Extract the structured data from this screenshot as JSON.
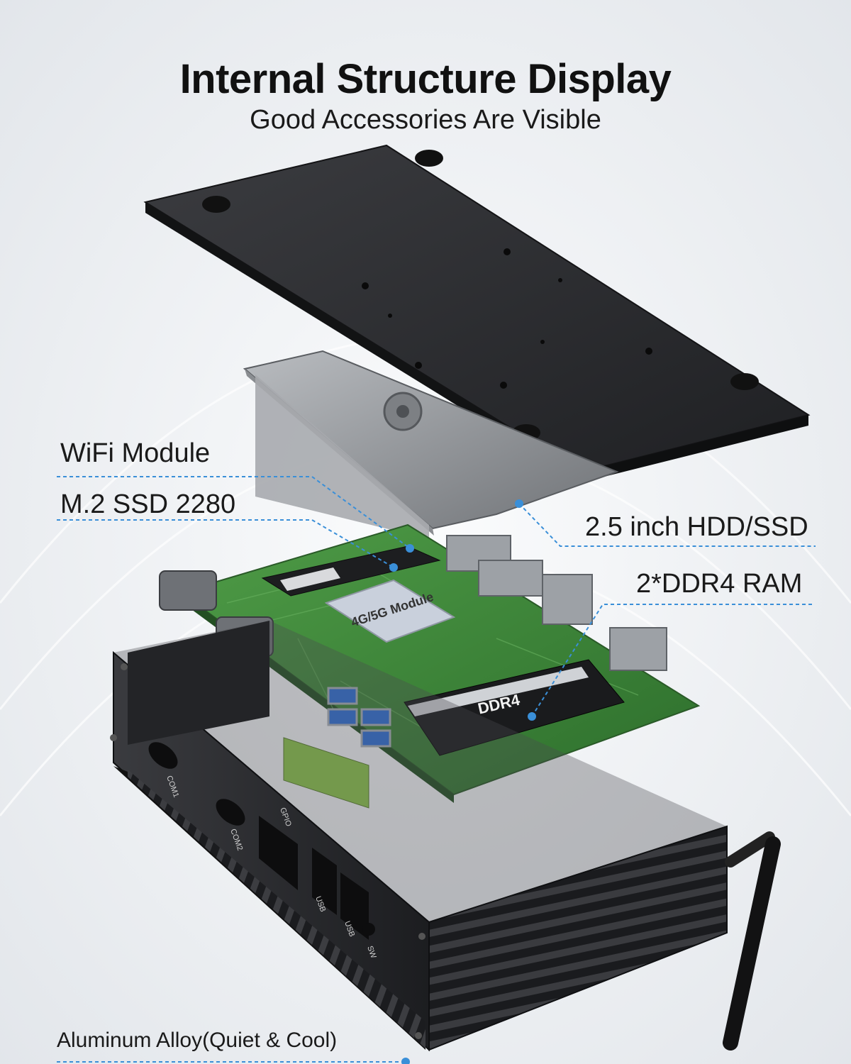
{
  "header": {
    "title": "Internal Structure Display",
    "subtitle": "Good Accessories Are Visible"
  },
  "callouts": {
    "wifi": "WiFi Module",
    "ssd": "M.2 SSD 2280",
    "hdd": "2.5 inch HDD/SSD",
    "ram": "2*DDR4 RAM",
    "case": "Aluminum Alloy(Quiet & Cool)"
  },
  "chips": {
    "module": "4G/5G Module",
    "ddr": "DDR4"
  },
  "case_ports": {
    "com1": "COM1",
    "com2": "COM2",
    "gpio": "GPIO",
    "usb1": "USB",
    "usb2": "USB",
    "sw": "SW"
  },
  "colors": {
    "accent_line": "#3a8fd8",
    "pcb": "#3d8a3a",
    "case": "#2a2b2e",
    "plate": "#2c2d30"
  }
}
